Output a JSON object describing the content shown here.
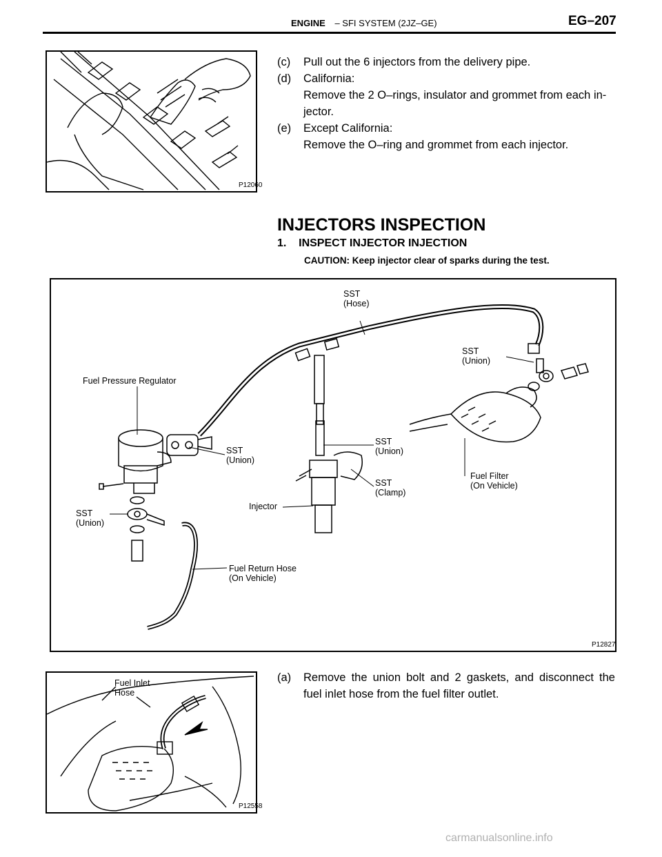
{
  "header": {
    "section_bold": "ENGINE",
    "section_rest": "–   SFI SYSTEM (2JZ–GE)",
    "page_number": "EG–207"
  },
  "figure1": {
    "code": "P12060"
  },
  "steps_top": [
    {
      "label": "(c)",
      "lines": [
        "Pull out the 6 injectors from the delivery pipe."
      ]
    },
    {
      "label": "(d)",
      "lines": [
        "California:",
        "Remove the 2 O–rings, insulator and grommet from each in-",
        "jector."
      ]
    },
    {
      "label": "(e)",
      "lines": [
        "Except California:",
        "Remove the O–ring and grommet from each injector."
      ]
    }
  ],
  "section": {
    "title": "INJECTORS INSPECTION",
    "subtitle": "1.    INSPECT INJECTOR INJECTION",
    "caution": "CAUTION: Keep injector clear of sparks during the test."
  },
  "figure2": {
    "code": "P12827",
    "labels": {
      "sst_hose": "SST\n(Hose)",
      "sst_union_right": "SST\n(Union)",
      "fuel_pressure_regulator": "Fuel Pressure Regulator",
      "sst_union_mid": "SST\n(Union)",
      "sst_union_mid2": "SST\n(Union)",
      "sst_clamp": "SST\n(Clamp)",
      "fuel_filter": "Fuel Filter\n(On Vehicle)",
      "injector": "Injector",
      "sst_union_left": "SST\n(Union)",
      "fuel_return_hose": "Fuel Return Hose\n(On Vehicle)"
    }
  },
  "figure3": {
    "code": "P12558",
    "label": "Fuel Inlet\nHose"
  },
  "steps_bottom": [
    {
      "label": "(a)",
      "lines": [
        "Remove the union bolt and 2 gaskets, and disconnect the",
        "fuel inlet hose from the fuel filter outlet."
      ]
    }
  ],
  "watermark": "carmanualsonline.info"
}
